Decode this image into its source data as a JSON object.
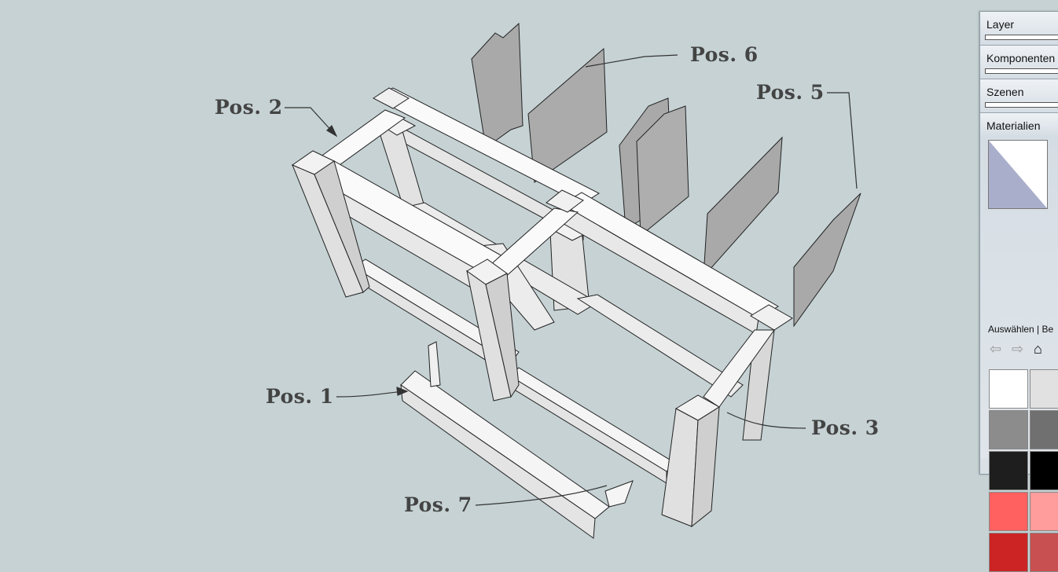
{
  "labels": {
    "pos1": "Pos. 1",
    "pos2": "Pos. 2",
    "pos3": "Pos. 3",
    "pos5": "Pos. 5",
    "pos6": "Pos. 6",
    "pos7": "Pos. 7"
  },
  "tray": {
    "panels": [
      "Layer",
      "Komponenten",
      "Szenen"
    ],
    "materials": {
      "title": "Materialien",
      "tab_select": "Auswählen",
      "tab_edit": "Be",
      "preview_color": "#a9aecb",
      "icons": [
        "back-arrow-icon",
        "forward-arrow-icon",
        "home-icon"
      ],
      "swatches": [
        "#ffffff",
        "#e1e1e1",
        "#8c8c8c",
        "#707070",
        "#1e1e1e",
        "#000000",
        "#ff6060",
        "#ff9c9c",
        "#cc2424",
        "#c95050"
      ]
    }
  }
}
